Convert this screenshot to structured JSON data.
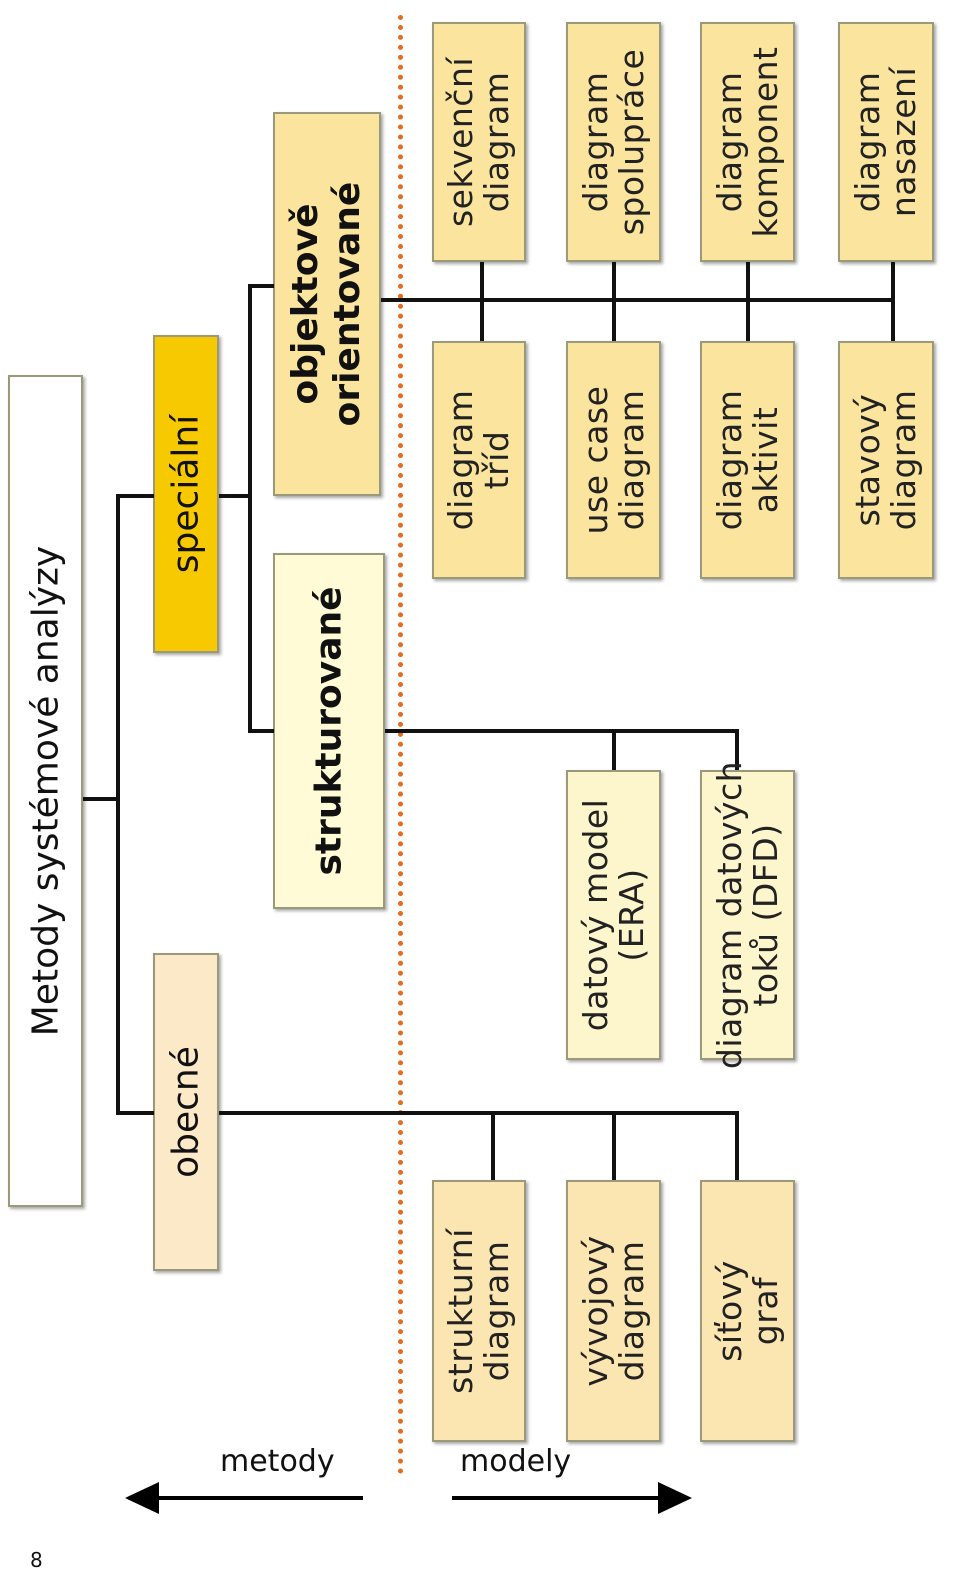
{
  "title": "Metody systémové analýzy",
  "levels": {
    "obecne": "obecné",
    "specialni": "speciální",
    "strukturovane": "strukturované",
    "objektove": [
      "objektově",
      "orientované"
    ]
  },
  "models": {
    "obecne": [
      [
        "strukturní",
        "diagram"
      ],
      [
        "vývojový",
        "diagram"
      ],
      [
        "síťový",
        "graf"
      ]
    ],
    "strukturovane": [
      [
        "datový model",
        "(ERA)"
      ],
      [
        "diagram datových",
        "toků (DFD)"
      ]
    ],
    "objektove_top": [
      [
        "sekvenční",
        "diagram"
      ],
      [
        "diagram",
        "spolupráce"
      ],
      [
        "diagram",
        "komponent"
      ],
      [
        "diagram",
        "nasazení"
      ]
    ],
    "objektove_bottom": [
      [
        "diagram",
        "tříd"
      ],
      [
        "use case",
        "diagram"
      ],
      [
        "diagram",
        "aktivit"
      ],
      [
        "stavový",
        "diagram"
      ]
    ]
  },
  "labels": {
    "metody": "metody",
    "modely": "modely"
  },
  "page_number": "8",
  "colors": {
    "title_bg": "#ffffff",
    "specialni": "#f7c900",
    "obecne": "#fbe9c8",
    "strukturovane": "#fffbd6",
    "objektove": "#fbe59e",
    "models_obecne": "#fbe5b0",
    "models_strukturovane": "#fdf5cc",
    "models_objektove": "#fbe59e",
    "divider": "#e56b1f"
  }
}
